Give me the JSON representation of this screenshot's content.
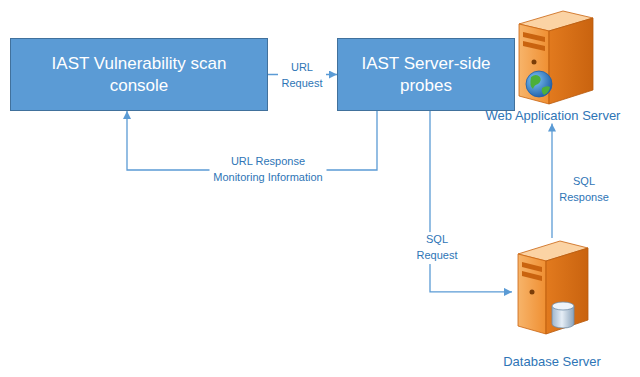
{
  "diagram": {
    "nodes": [
      {
        "text": [
          "IAST Vulnerability scan console"
        ]
      },
      {
        "text": [
          "IAST Server-side probes"
        ]
      },
      {
        "text": [
          "Web Application Server"
        ]
      },
      {
        "text": [
          "Database Server"
        ]
      }
    ],
    "edges": [
      {
        "from": 0,
        "to": 1,
        "arrow": "to",
        "label": "URL Request"
      },
      {
        "from": 1,
        "to": 0,
        "arrow": "to",
        "label": "URL Response Monitoring Information"
      },
      {
        "from": 1,
        "to": 3,
        "arrow": "to",
        "label": "SQL Request"
      },
      {
        "from": 3,
        "to": 2,
        "arrow": "to",
        "label": "SQL Response"
      }
    ]
  }
}
